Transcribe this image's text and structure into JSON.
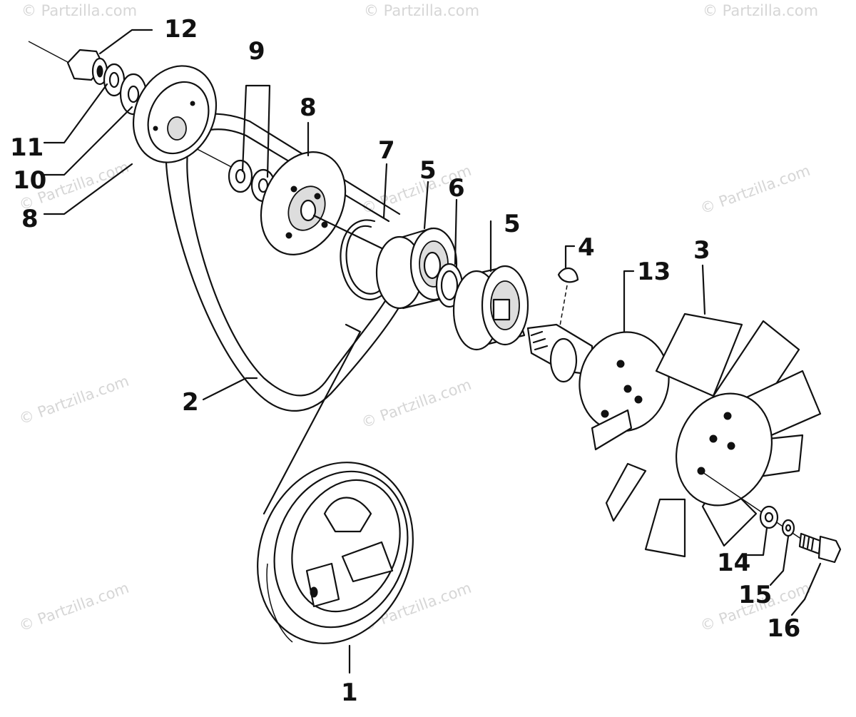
{
  "watermark": "© Partzilla.com",
  "callouts": [
    {
      "id": "1",
      "label": "1"
    },
    {
      "id": "2",
      "label": "2"
    },
    {
      "id": "3",
      "label": "3"
    },
    {
      "id": "4",
      "label": "4"
    },
    {
      "id": "5a",
      "label": "5"
    },
    {
      "id": "5b",
      "label": "5"
    },
    {
      "id": "6",
      "label": "6"
    },
    {
      "id": "7",
      "label": "7"
    },
    {
      "id": "8a",
      "label": "8"
    },
    {
      "id": "8b",
      "label": "8"
    },
    {
      "id": "9",
      "label": "9"
    },
    {
      "id": "10",
      "label": "10"
    },
    {
      "id": "11",
      "label": "11"
    },
    {
      "id": "12",
      "label": "12"
    },
    {
      "id": "13",
      "label": "13"
    },
    {
      "id": "14",
      "label": "14"
    },
    {
      "id": "15",
      "label": "15"
    },
    {
      "id": "16",
      "label": "16"
    }
  ]
}
